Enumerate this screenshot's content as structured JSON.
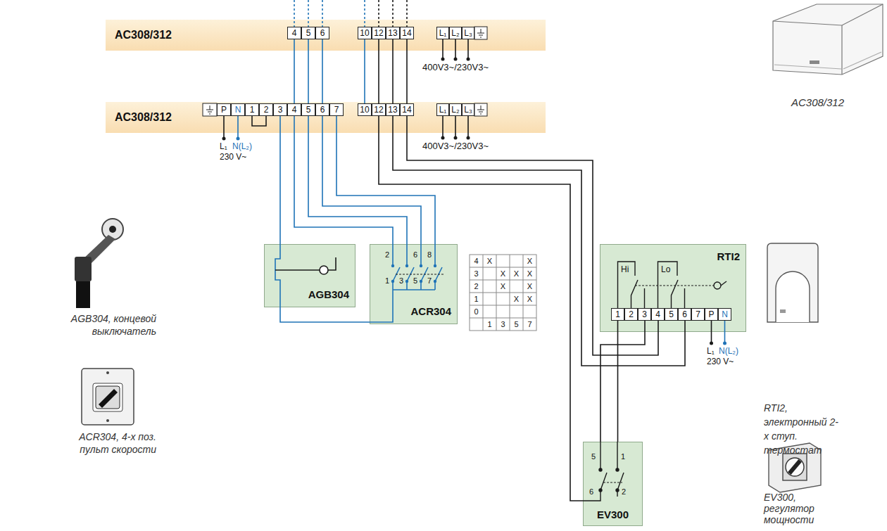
{
  "diagram": {
    "nodes": [
      {
        "text": [
          "AC308/312"
        ]
      },
      {
        "text": [
          "4"
        ],
        "in": 0
      },
      {
        "text": [
          "5"
        ],
        "in": 0
      },
      {
        "text": [
          "6"
        ],
        "in": 0
      },
      {
        "text": [
          "10"
        ],
        "in": 0
      },
      {
        "text": [
          "12"
        ],
        "in": 0
      },
      {
        "text": [
          "13"
        ],
        "in": 0
      },
      {
        "text": [
          "14"
        ],
        "in": 0
      },
      {
        "text": [
          "L₁"
        ],
        "in": 0
      },
      {
        "text": [
          "L₂"
        ],
        "in": 0
      },
      {
        "text": [
          "L₃"
        ],
        "in": 0
      },
      {
        "text": [
          "AC308/312"
        ]
      },
      {
        "text": [
          "P"
        ],
        "in": 11
      },
      {
        "text": [
          "N"
        ],
        "in": 11
      },
      {
        "text": [
          "1"
        ],
        "in": 11
      },
      {
        "text": [
          "2"
        ],
        "in": 11
      },
      {
        "text": [
          "3"
        ],
        "in": 11
      },
      {
        "text": [
          "4"
        ],
        "in": 11
      },
      {
        "text": [
          "5"
        ],
        "in": 11
      },
      {
        "text": [
          "6"
        ],
        "in": 11
      },
      {
        "text": [
          "7"
        ],
        "in": 11
      },
      {
        "text": [
          "10"
        ],
        "in": 11
      },
      {
        "text": [
          "12"
        ],
        "in": 11
      },
      {
        "text": [
          "13"
        ],
        "in": 11
      },
      {
        "text": [
          "14"
        ],
        "in": 11
      },
      {
        "text": [
          "L₁"
        ],
        "in": 11
      },
      {
        "text": [
          "L₂"
        ],
        "in": 11
      },
      {
        "text": [
          "L₃"
        ],
        "in": 11
      },
      {
        "text": [
          "AGB304"
        ]
      },
      {
        "text": [
          "ACR304"
        ]
      },
      {
        "text": [
          "RTI2"
        ]
      },
      {
        "text": [
          "1"
        ],
        "in": 30
      },
      {
        "text": [
          "2"
        ],
        "in": 30
      },
      {
        "text": [
          "3"
        ],
        "in": 30
      },
      {
        "text": [
          "4"
        ],
        "in": 30
      },
      {
        "text": [
          "5"
        ],
        "in": 30
      },
      {
        "text": [
          "6"
        ],
        "in": 30
      },
      {
        "text": [
          "7"
        ],
        "in": 30
      },
      {
        "text": [
          "P"
        ],
        "in": 30
      },
      {
        "text": [
          "N"
        ],
        "in": 30
      },
      {
        "text": [
          "EV300"
        ]
      }
    ],
    "edges": [
      {
        "from": 1,
        "to": 17,
        "arrow": "none"
      },
      {
        "from": 2,
        "to": 18,
        "arrow": "none"
      },
      {
        "from": 3,
        "to": 19,
        "arrow": "none"
      },
      {
        "from": 4,
        "to": 21,
        "arrow": "none"
      },
      {
        "from": 5,
        "to": 22,
        "arrow": "none"
      },
      {
        "from": 6,
        "to": 23,
        "arrow": "none"
      },
      {
        "from": 7,
        "to": 24,
        "arrow": "none"
      },
      {
        "from": 16,
        "to": 28,
        "arrow": "none"
      },
      {
        "from": 17,
        "to": 29,
        "arrow": "none"
      },
      {
        "from": 18,
        "to": 29,
        "arrow": "none"
      },
      {
        "from": 19,
        "to": 29,
        "arrow": "none"
      },
      {
        "from": 20,
        "to": 29,
        "arrow": "none"
      },
      {
        "from": 28,
        "to": 29,
        "arrow": "none"
      },
      {
        "from": 22,
        "to": 40,
        "arrow": "none"
      },
      {
        "from": 23,
        "to": 36,
        "arrow": "none"
      },
      {
        "from": 24,
        "to": 34,
        "arrow": "none"
      },
      {
        "from": 31,
        "to": 40,
        "arrow": "none"
      },
      {
        "from": 33,
        "to": 40,
        "arrow": "none"
      },
      {
        "from": 14,
        "to": 15,
        "arrow": "none"
      }
    ],
    "labels": [
      "400V3~/230V3~",
      "400V3~/230V3~",
      "L₁",
      "N(L₂)",
      "230 V~",
      "4",
      "X",
      "X",
      "3",
      "X",
      "X",
      "X",
      "2",
      "X",
      "X",
      "1",
      "X",
      "X",
      "0",
      "1",
      "3",
      "5",
      "7",
      "2",
      "6",
      "8",
      "1",
      "3",
      "5",
      "7",
      "Hi",
      "Lo",
      "L₁",
      "N(L₂)",
      "230 V~",
      "5",
      "1",
      "6",
      "2",
      "AC308/312",
      "AGB304, концевой выключатель",
      "ACR304, 4-х поз. пульт скорости",
      "RTI2, электронный 2-х ступ. термостат",
      "EV300, регулятор мощности"
    ]
  }
}
